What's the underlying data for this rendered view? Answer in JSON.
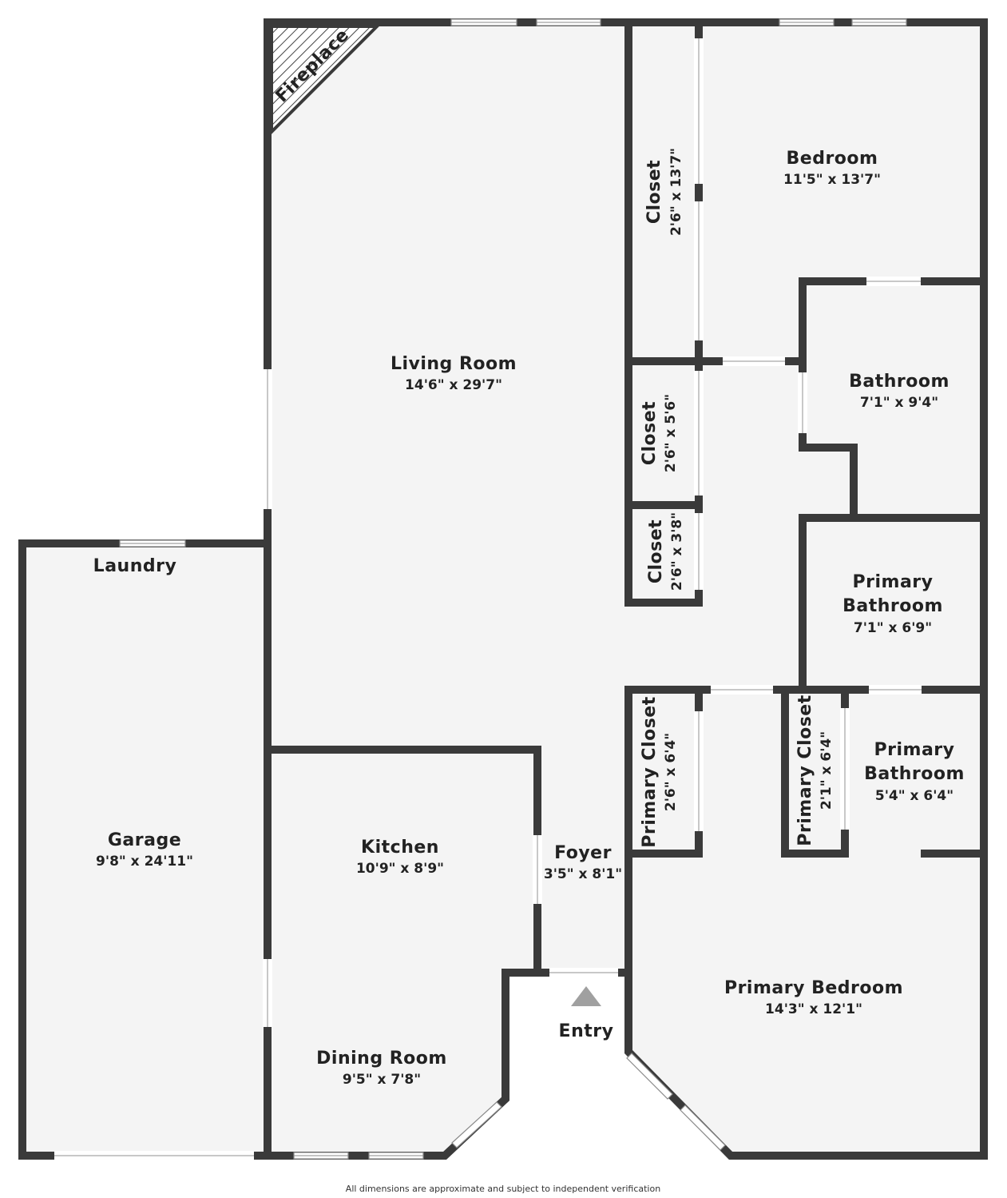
{
  "rooms": {
    "living_room": {
      "name": "Living Room",
      "dim": "14'6\" x 29'7\""
    },
    "bedroom": {
      "name": "Bedroom",
      "dim": "11'5\" x 13'7\""
    },
    "closet_1": {
      "name": "Closet",
      "dim": "2'6\" x 13'7\""
    },
    "bathroom": {
      "name": "Bathroom",
      "dim": "7'1\" x 9'4\""
    },
    "closet_2": {
      "name": "Closet",
      "dim": "2'6\" x 5'6\""
    },
    "closet_3": {
      "name": "Closet",
      "dim": "2'6\" x 3'8\""
    },
    "primary_bathroom_1": {
      "name_line1": "Primary",
      "name_line2": "Bathroom",
      "dim": "7'1\" x 6'9\""
    },
    "primary_closet_1": {
      "name": "Primary Closet",
      "dim": "2'6\" x 6'4\""
    },
    "primary_closet_2": {
      "name": "Primary Closet",
      "dim": "2'1\" x 6'4\""
    },
    "primary_bathroom_2": {
      "name_line1": "Primary",
      "name_line2": "Bathroom",
      "dim": "5'4\" x 6'4\""
    },
    "primary_bedroom": {
      "name": "Primary Bedroom",
      "dim": "14'3\" x 12'1\""
    },
    "foyer": {
      "name": "Foyer",
      "dim": "3'5\" x 8'1\""
    },
    "kitchen": {
      "name": "Kitchen",
      "dim": "10'9\" x 8'9\""
    },
    "dining_room": {
      "name": "Dining Room",
      "dim": "9'5\" x 7'8\""
    },
    "garage": {
      "name": "Garage",
      "dim": "9'8\" x 24'11\""
    },
    "laundry": {
      "name": "Laundry"
    },
    "entry": {
      "name": "Entry"
    },
    "fireplace": {
      "name": "Fireplace"
    }
  },
  "footer_note": "All dimensions are approximate and subject to independent verification",
  "colors": {
    "wall": "#3a3a3a",
    "floor": "#f4f4f4",
    "entry_arrow": "#a0a0a0"
  }
}
